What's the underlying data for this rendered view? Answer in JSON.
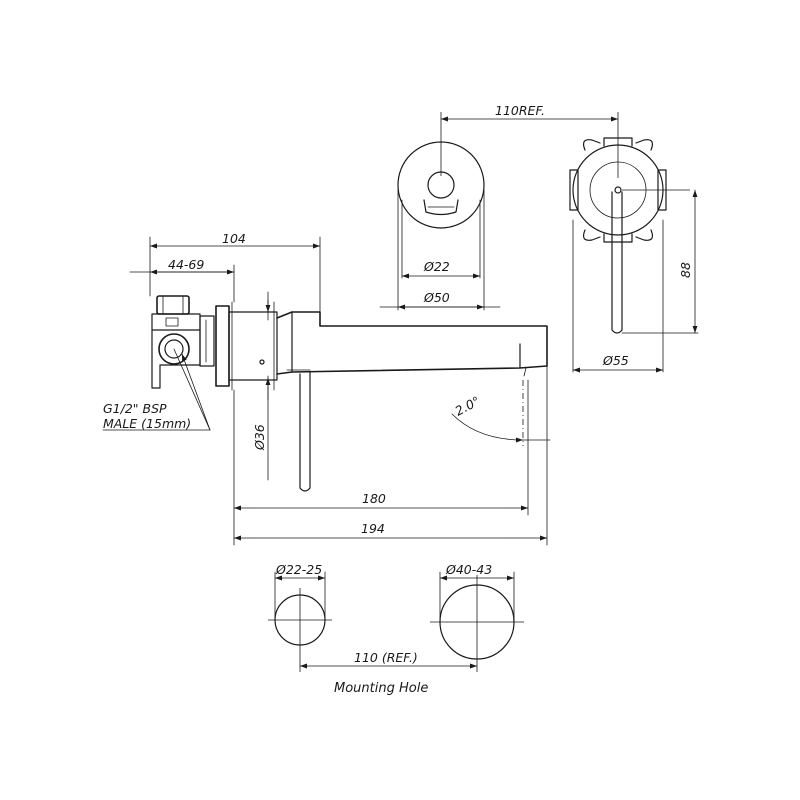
{
  "dimensions": {
    "spout_centres_ref": "110REF.",
    "hub_dia_inner": "Ø22",
    "hub_dia_outer": "Ø50",
    "mixer_plate_dia": "Ø55",
    "mixer_height": "88",
    "overall_depth": "104",
    "adjust_range": "44-69",
    "thread_line1": "G1/2\" BSP",
    "thread_line2": "MALE  (15mm)",
    "spout_dia": "Ø36",
    "spout_angle": "2.0°",
    "spout_length": "180",
    "overall_length": "194"
  },
  "mounting": {
    "hole_small_dia": "Ø22-25",
    "hole_large_dia": "Ø40-43",
    "centres": "110 (REF.)",
    "caption": "Mounting Hole"
  }
}
